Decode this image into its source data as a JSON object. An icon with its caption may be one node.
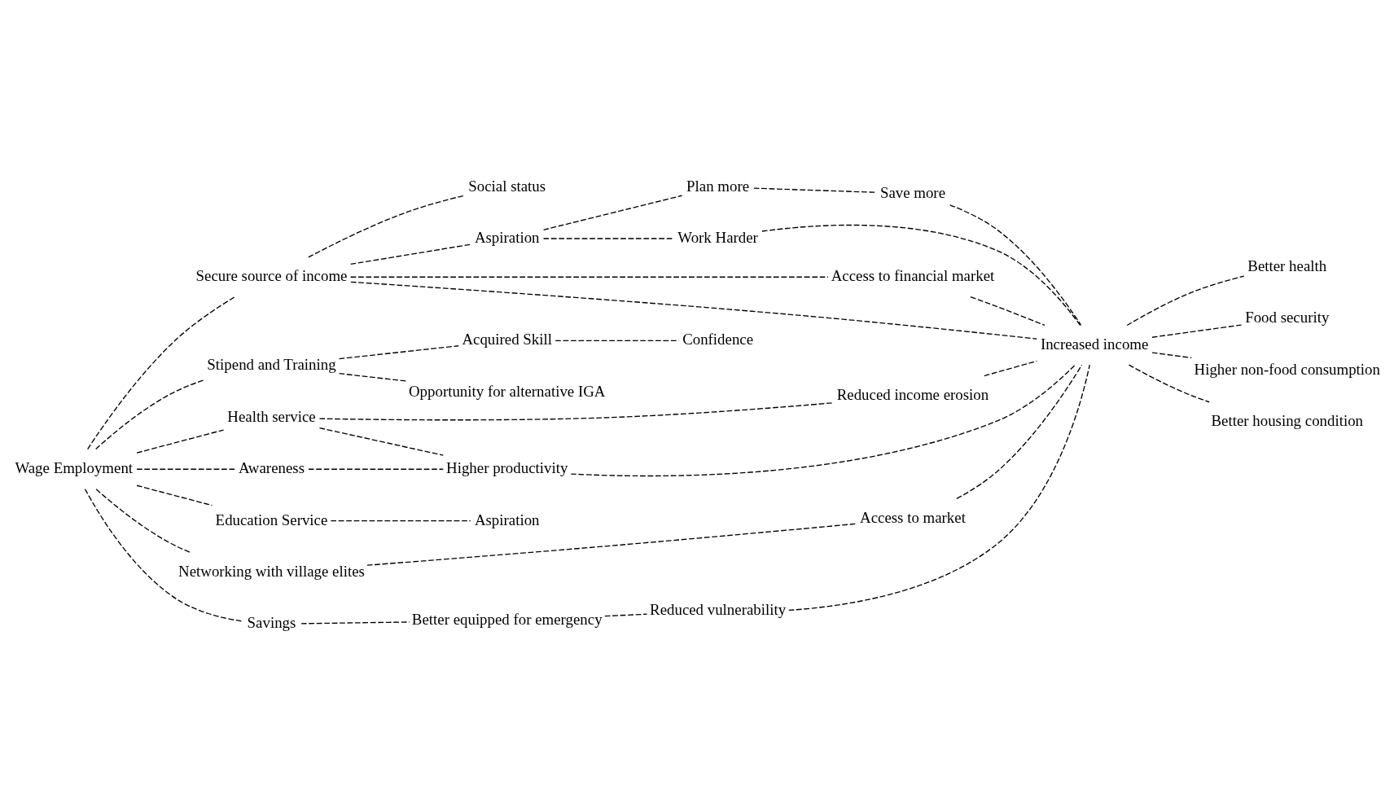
{
  "diagram": {
    "nodes": [
      {
        "text": [
          "Wage Employment"
        ]
      },
      {
        "text": [
          "Secure source of income"
        ]
      },
      {
        "text": [
          "Stipend and Training"
        ]
      },
      {
        "text": [
          "Health service"
        ]
      },
      {
        "text": [
          "Education Service"
        ]
      },
      {
        "text": [
          "Awareness"
        ]
      },
      {
        "text": [
          "Networking with village elites"
        ]
      },
      {
        "text": [
          "Savings"
        ]
      },
      {
        "text": [
          "Social status"
        ]
      },
      {
        "text": [
          "Aspiration"
        ]
      },
      {
        "text": [
          "Access to financial market"
        ]
      },
      {
        "text": [
          "Plan more"
        ]
      },
      {
        "text": [
          "Work Harder"
        ]
      },
      {
        "text": [
          "Save more"
        ]
      },
      {
        "text": [
          "Increased income"
        ]
      },
      {
        "text": [
          "Acquired Skill"
        ]
      },
      {
        "text": [
          "Opportunity for alternative IGA"
        ]
      },
      {
        "text": [
          "Confidence"
        ]
      },
      {
        "text": [
          "Reduced income erosion"
        ]
      },
      {
        "text": [
          "Higher productivity"
        ]
      },
      {
        "text": [
          "Aspiration"
        ]
      },
      {
        "text": [
          "Access to market"
        ]
      },
      {
        "text": [
          "Better equipped for emergency"
        ]
      },
      {
        "text": [
          "Reduced vulnerability"
        ]
      },
      {
        "text": [
          "Better health"
        ]
      },
      {
        "text": [
          "Food security"
        ]
      },
      {
        "text": [
          "Higher non-food consumption"
        ]
      },
      {
        "text": [
          "Better housing condition"
        ]
      }
    ],
    "edges": [
      {
        "from": 0,
        "to": 1,
        "arrow": "none"
      },
      {
        "from": 0,
        "to": 2,
        "arrow": "none"
      },
      {
        "from": 0,
        "to": 3,
        "arrow": "none"
      },
      {
        "from": 0,
        "to": 4,
        "arrow": "none"
      },
      {
        "from": 0,
        "to": 5,
        "arrow": "none"
      },
      {
        "from": 0,
        "to": 6,
        "arrow": "none"
      },
      {
        "from": 0,
        "to": 7,
        "arrow": "none"
      },
      {
        "from": 1,
        "to": 8,
        "arrow": "none"
      },
      {
        "from": 1,
        "to": 9,
        "arrow": "none"
      },
      {
        "from": 1,
        "to": 10,
        "arrow": "none"
      },
      {
        "from": 1,
        "to": 14,
        "arrow": "none"
      },
      {
        "from": 9,
        "to": 11,
        "arrow": "none"
      },
      {
        "from": 9,
        "to": 12,
        "arrow": "none"
      },
      {
        "from": 11,
        "to": 13,
        "arrow": "none"
      },
      {
        "from": 13,
        "to": 14,
        "arrow": "none"
      },
      {
        "from": 12,
        "to": 14,
        "arrow": "none"
      },
      {
        "from": 10,
        "to": 14,
        "arrow": "none"
      },
      {
        "from": 2,
        "to": 15,
        "arrow": "none"
      },
      {
        "from": 2,
        "to": 16,
        "arrow": "none"
      },
      {
        "from": 15,
        "to": 17,
        "arrow": "none"
      },
      {
        "from": 3,
        "to": 18,
        "arrow": "none"
      },
      {
        "from": 3,
        "to": 19,
        "arrow": "none"
      },
      {
        "from": 18,
        "to": 14,
        "arrow": "none"
      },
      {
        "from": 19,
        "to": 14,
        "arrow": "none"
      },
      {
        "from": 4,
        "to": 20,
        "arrow": "none"
      },
      {
        "from": 5,
        "to": 19,
        "arrow": "none"
      },
      {
        "from": 6,
        "to": 21,
        "arrow": "none"
      },
      {
        "from": 21,
        "to": 14,
        "arrow": "none"
      },
      {
        "from": 7,
        "to": 22,
        "arrow": "none"
      },
      {
        "from": 22,
        "to": 23,
        "arrow": "none"
      },
      {
        "from": 23,
        "to": 14,
        "arrow": "none"
      },
      {
        "from": 14,
        "to": 24,
        "arrow": "none"
      },
      {
        "from": 14,
        "to": 25,
        "arrow": "none"
      },
      {
        "from": 14,
        "to": 26,
        "arrow": "none"
      },
      {
        "from": 14,
        "to": 27,
        "arrow": "none"
      }
    ]
  }
}
